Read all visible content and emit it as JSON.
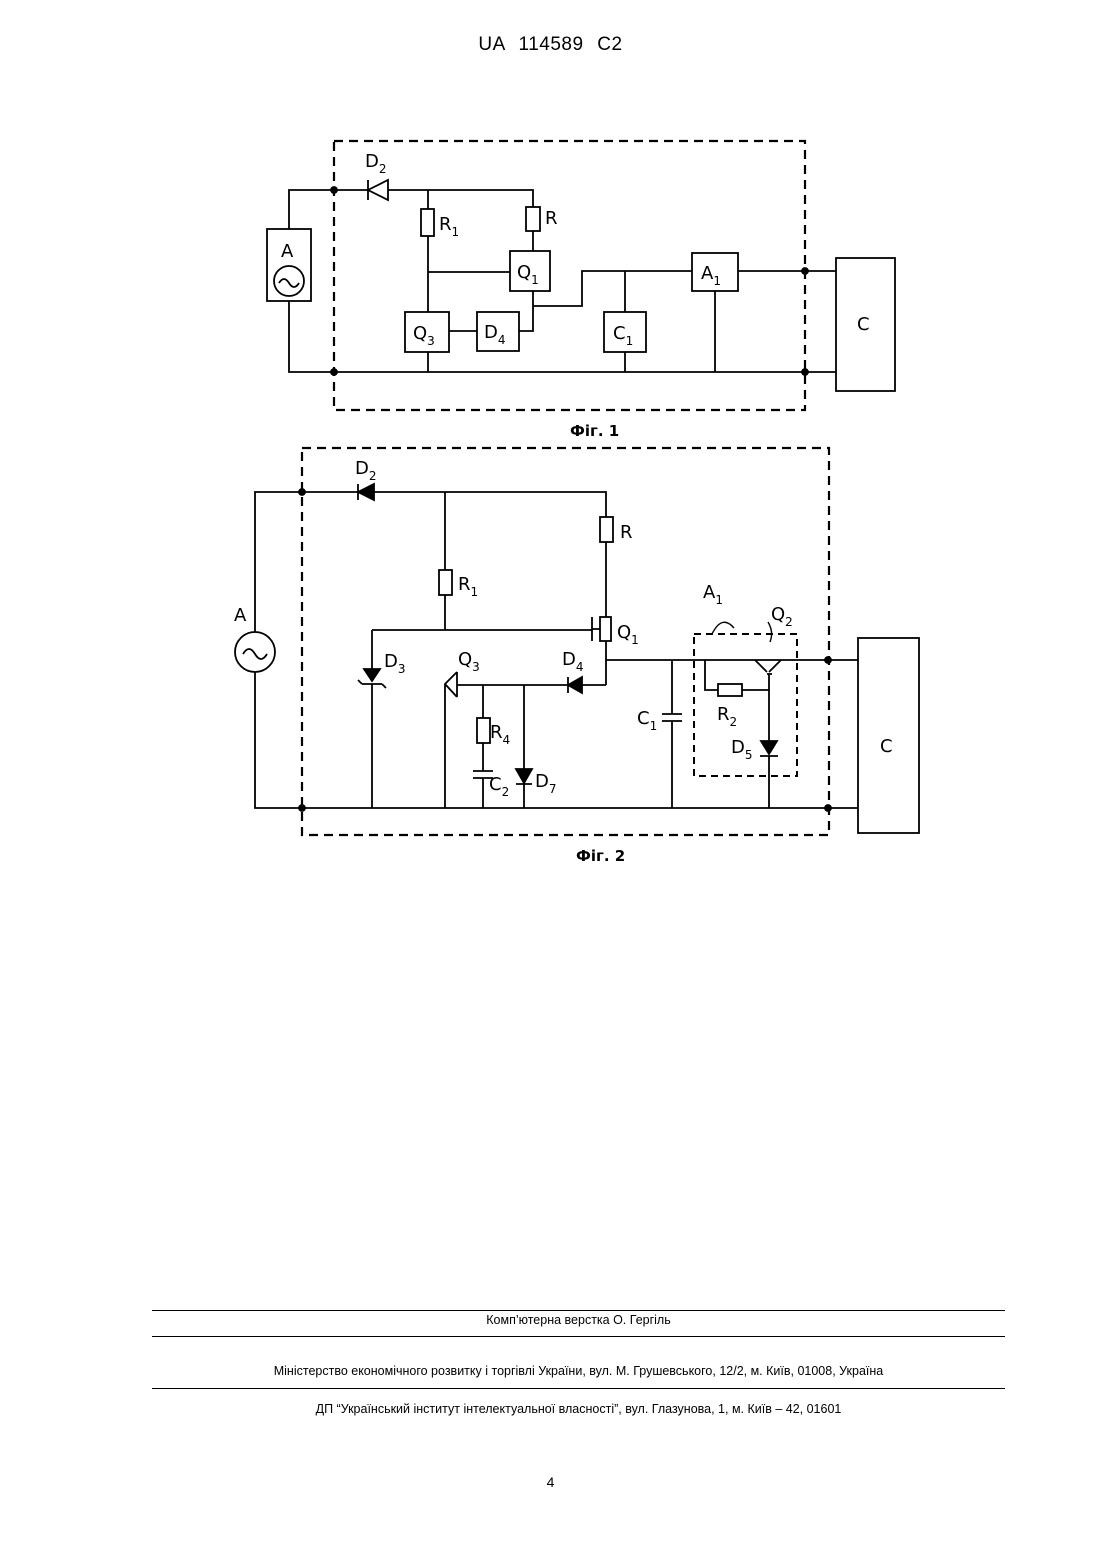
{
  "header": {
    "patent_number": "UA   114589   C2"
  },
  "figures": {
    "fig1": {
      "caption": "Фіг. 1",
      "labels": {
        "D2": "D",
        "D2_sub": "2",
        "R1": "R",
        "R1_sub": "1",
        "R": "R",
        "Q1": "Q",
        "Q1_sub": "1",
        "A1": "A",
        "A1_sub": "1",
        "A": "A",
        "Q3": "Q",
        "Q3_sub": "3",
        "D4": "D",
        "D4_sub": "4",
        "C1": "C",
        "C1_sub": "1",
        "C": "C"
      }
    },
    "fig2": {
      "caption": "Фіг. 2",
      "labels": {
        "D2": "D",
        "D2_sub": "2",
        "R": "R",
        "R1": "R",
        "R1_sub": "1",
        "A": "A",
        "Q1": "Q",
        "Q1_sub": "1",
        "A1": "A",
        "A1_sub": "1",
        "Q2": "Q",
        "Q2_sub": "2",
        "D3": "D",
        "D3_sub": "3",
        "Q3": "Q",
        "Q3_sub": "3",
        "D4": "D",
        "D4_sub": "4",
        "R2": "R",
        "R2_sub": "2",
        "C1": "C",
        "C1_sub": "1",
        "D5": "D",
        "D5_sub": "5",
        "R4": "R",
        "R4_sub": "4",
        "C2": "C",
        "C2_sub": "2",
        "D7": "D",
        "D7_sub": "7",
        "C": "C"
      }
    }
  },
  "footer": {
    "layout": "Комп’ютерна верстка  О. Гергіль",
    "ministry": "Міністерство економічного розвитку і торгівлі України, вул. М. Грушевського, 12/2, м. Київ, 01008, Україна",
    "institute": "ДП “Український інститут інтелектуальної власності”, вул. Глазунова, 1, м. Київ – 42, 01601"
  },
  "page_number": "4"
}
